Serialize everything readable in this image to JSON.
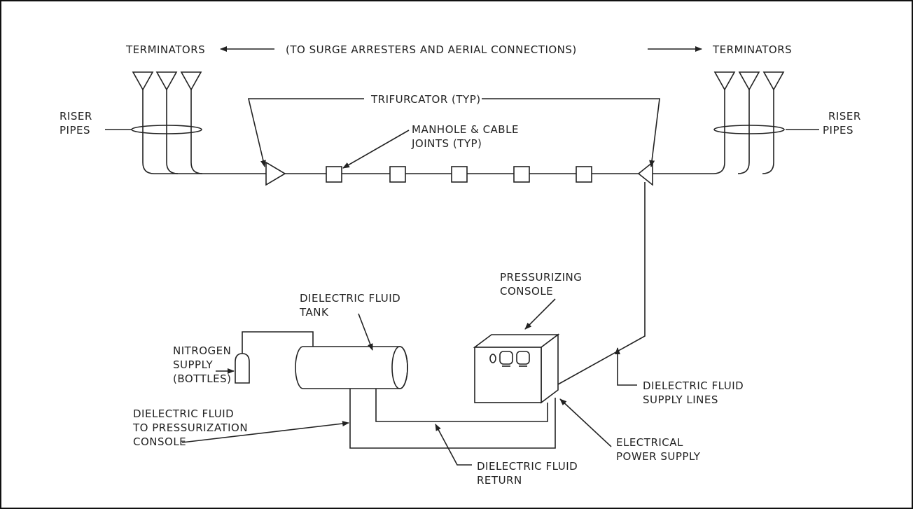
{
  "labels": {
    "terminators_left": "TERMINATORS",
    "aerial_note": "(TO SURGE ARRESTERS AND AERIAL CONNECTIONS)",
    "terminators_right": "TERMINATORS",
    "riser_pipes_left": [
      "RISER",
      "PIPES"
    ],
    "riser_pipes_right": [
      "RISER",
      "PIPES"
    ],
    "trifurcator": "TRIFURCATOR (TYP)",
    "manhole": [
      "MANHOLE & CABLE",
      "JOINTS (TYP)"
    ],
    "pressurizing_console": [
      "PRESSURIZING",
      "CONSOLE"
    ],
    "dielectric_tank": [
      "DIELECTRIC FLUID",
      "TANK"
    ],
    "nitrogen_supply": [
      "NITROGEN",
      "SUPPLY",
      "(BOTTLES)"
    ],
    "fluid_to_console": [
      "DIELECTRIC FLUID",
      "TO PRESSURIZATION",
      "CONSOLE"
    ],
    "fluid_supply_lines": [
      "DIELECTRIC FLUID",
      "SUPPLY LINES"
    ],
    "electrical_power": [
      "ELECTRICAL",
      "POWER SUPPLY"
    ],
    "fluid_return": [
      "DIELECTRIC FLUID",
      "RETURN"
    ]
  }
}
